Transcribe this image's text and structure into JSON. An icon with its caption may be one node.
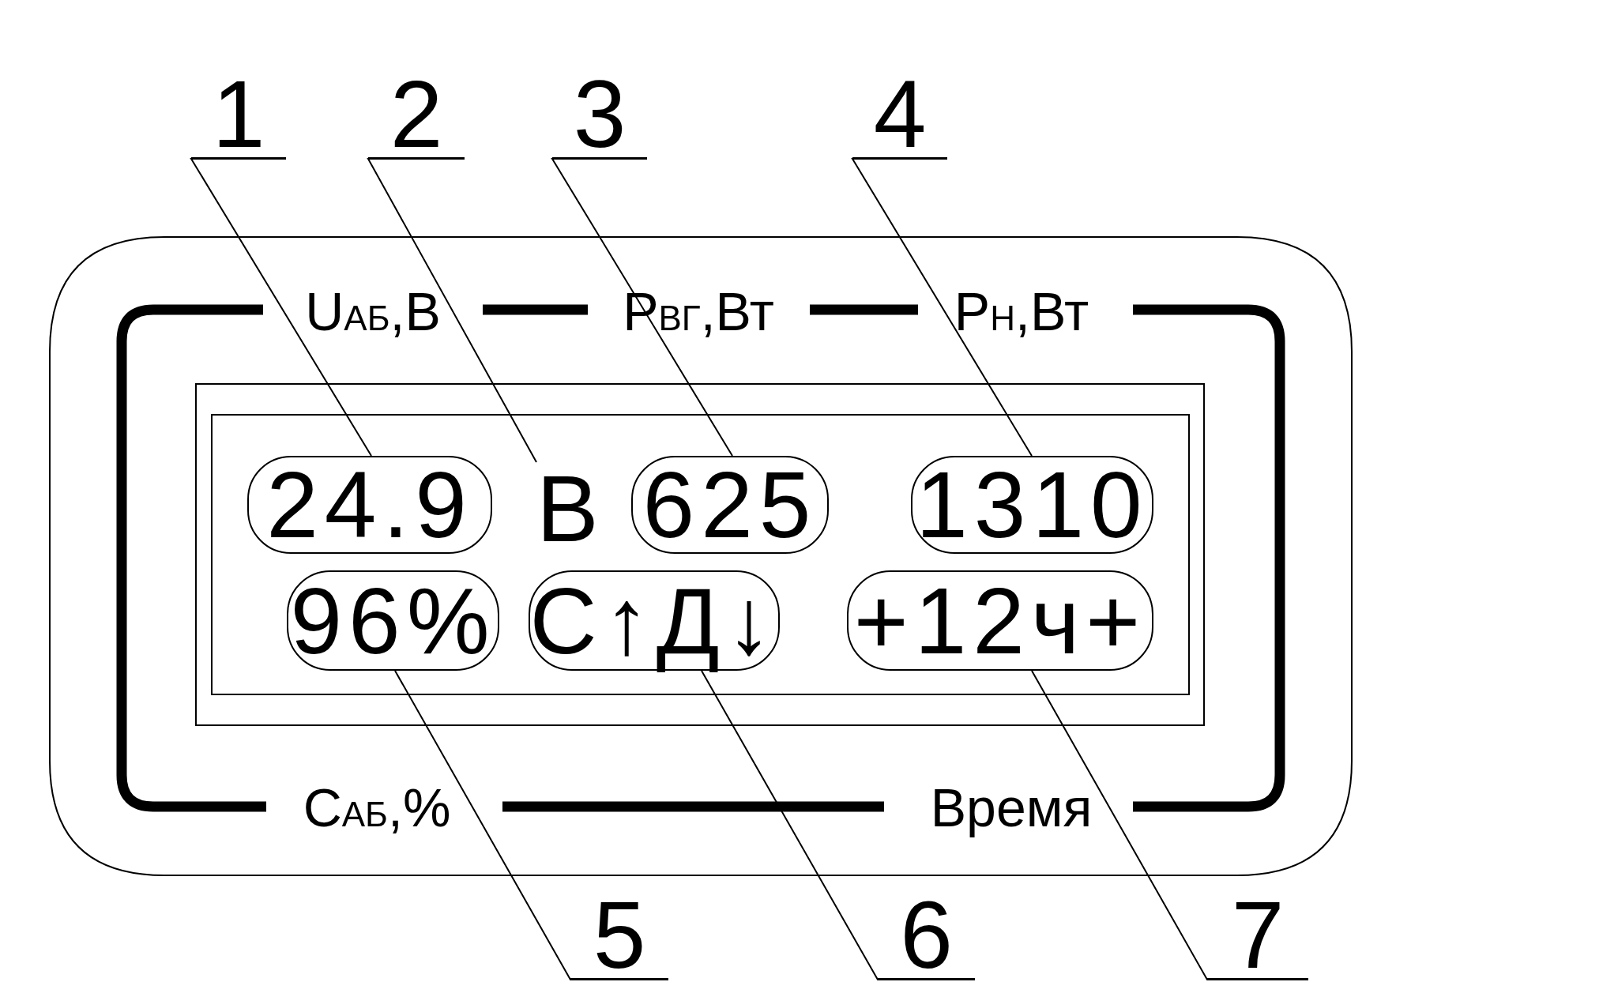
{
  "diagram": {
    "nodes": [
      {
        "text": [
          "1"
        ]
      },
      {
        "text": [
          "2"
        ]
      },
      {
        "text": [
          "3"
        ]
      },
      {
        "text": [
          "4"
        ]
      },
      {
        "text": [
          "5"
        ]
      },
      {
        "text": [
          "6"
        ]
      },
      {
        "text": [
          "7"
        ]
      },
      {
        "text": [
          "24.9"
        ]
      },
      {
        "text": [
          "В"
        ]
      },
      {
        "text": [
          "625"
        ]
      },
      {
        "text": [
          "1310"
        ]
      },
      {
        "text": [
          "96%"
        ]
      },
      {
        "text": [
          "С↑Д↓"
        ]
      },
      {
        "text": [
          "+12ч+"
        ]
      }
    ],
    "edges": [
      {
        "from": 0,
        "to": 7,
        "arrow": "none"
      },
      {
        "from": 1,
        "to": 8,
        "arrow": "none"
      },
      {
        "from": 2,
        "to": 9,
        "arrow": "none"
      },
      {
        "from": 3,
        "to": 10,
        "arrow": "none"
      },
      {
        "from": 4,
        "to": 11,
        "arrow": "none"
      },
      {
        "from": 5,
        "to": 12,
        "arrow": "none"
      },
      {
        "from": 6,
        "to": 13,
        "arrow": "none"
      }
    ],
    "labels": [
      "U$_{АБ}$,В",
      "Р$_{ВГ}$,Вт",
      "Р$_{Н}$,Вт",
      "С$_{АБ}$,%",
      "Время"
    ]
  }
}
